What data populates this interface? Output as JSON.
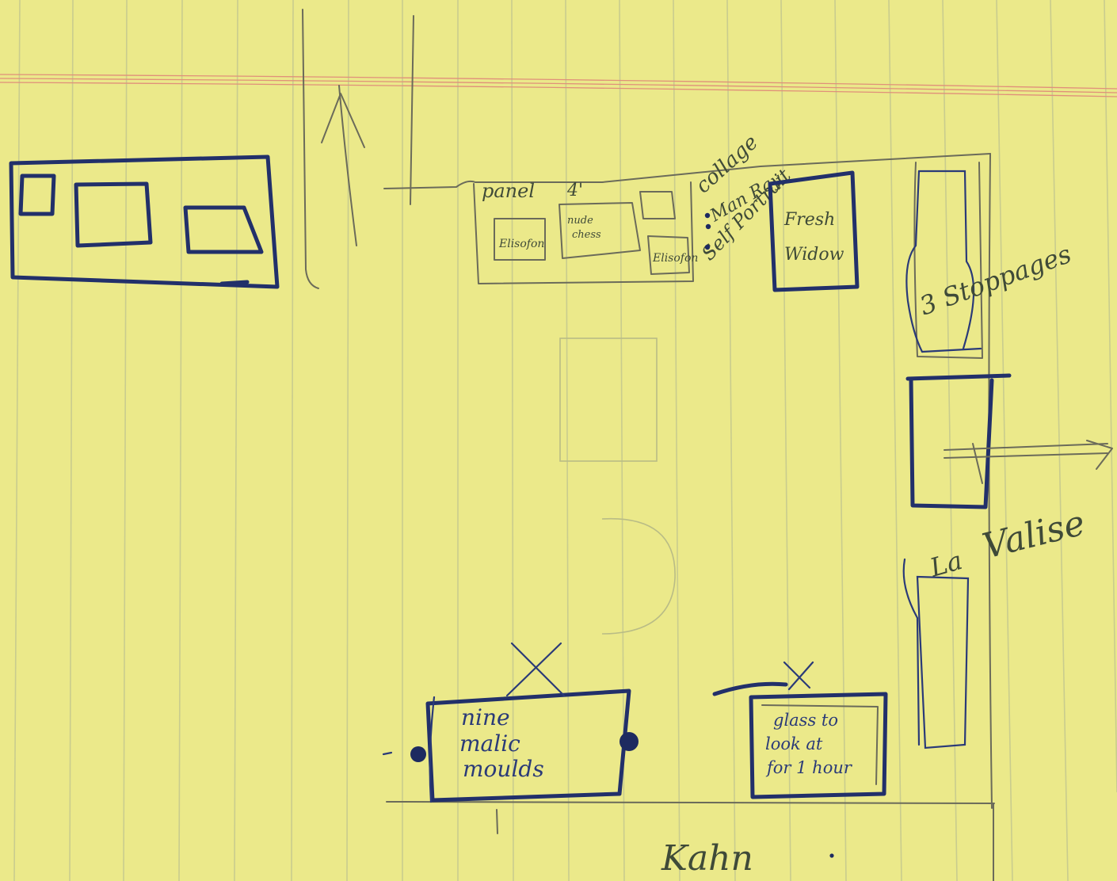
{
  "labels": {
    "panel": "panel",
    "panel_width": "4'",
    "elisofon": "Elisofon",
    "nude_chess": "nude\nchess",
    "elisofon_2": "Elisofon",
    "collage": "collage",
    "man_ray": "Man Ray",
    "self_portrait": "Self Portrait",
    "fresh_widow": "Fresh\nWidow",
    "three_stoppages": "3 Stoppages",
    "la": "La",
    "valise": "Valise",
    "malic_moulds": "nine\nmalic\nmoulds",
    "glass": "glass to\nlook at\nfor 1 hour",
    "kahn": "Kahn"
  },
  "colors": {
    "paper": "#ebe98a",
    "ink": "#22306a",
    "pencil": "#6b6b5a"
  }
}
